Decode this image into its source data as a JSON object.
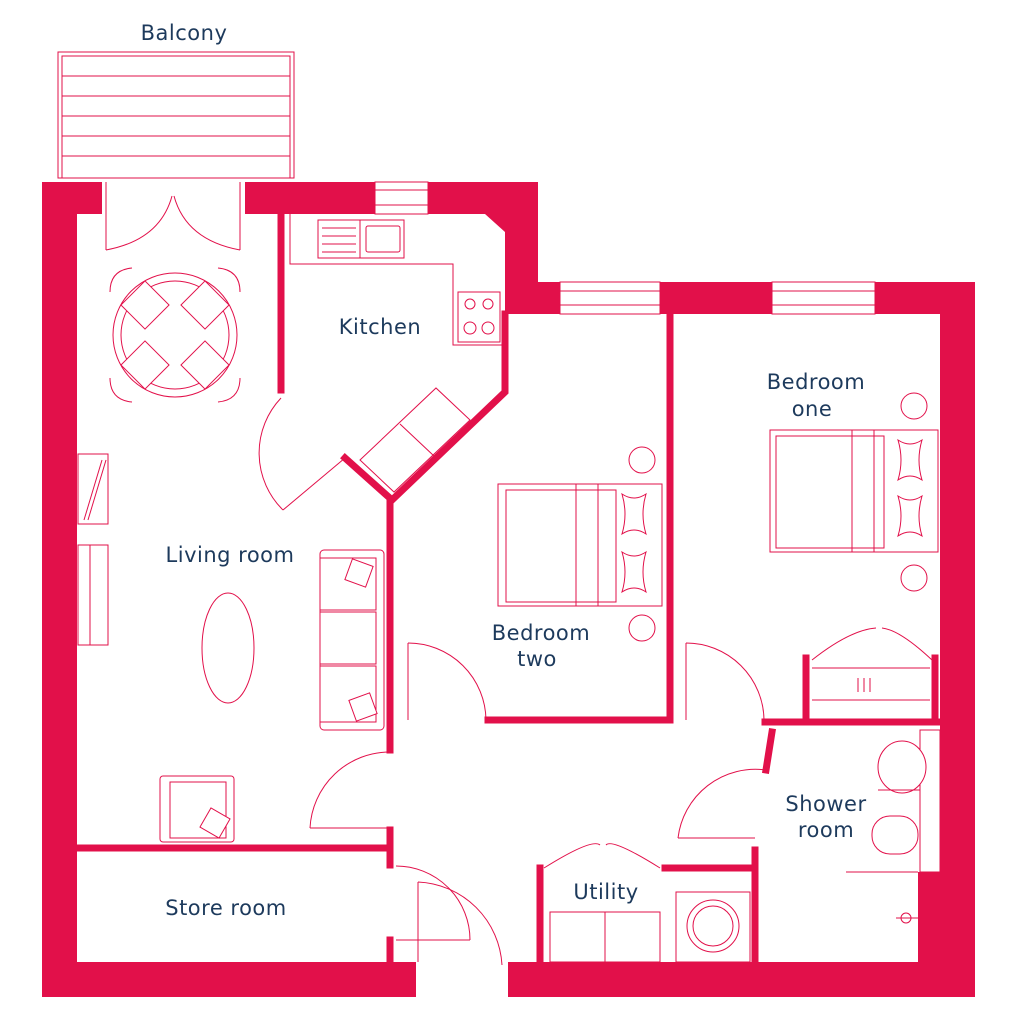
{
  "plan": {
    "labels": {
      "balcony": "Balcony",
      "kitchen": "Kitchen",
      "bedroom_one_line1": "Bedroom",
      "bedroom_one_line2": "one",
      "living_room": "Living room",
      "bedroom_two_line1": "Bedroom",
      "bedroom_two_line2": "two",
      "shower_room_line1": "Shower",
      "shower_room_line2": "room",
      "utility": "Utility",
      "store_room": "Store room"
    },
    "colors": {
      "wall": "#e2104a",
      "label": "#1d3a5c",
      "background": "#ffffff"
    }
  }
}
